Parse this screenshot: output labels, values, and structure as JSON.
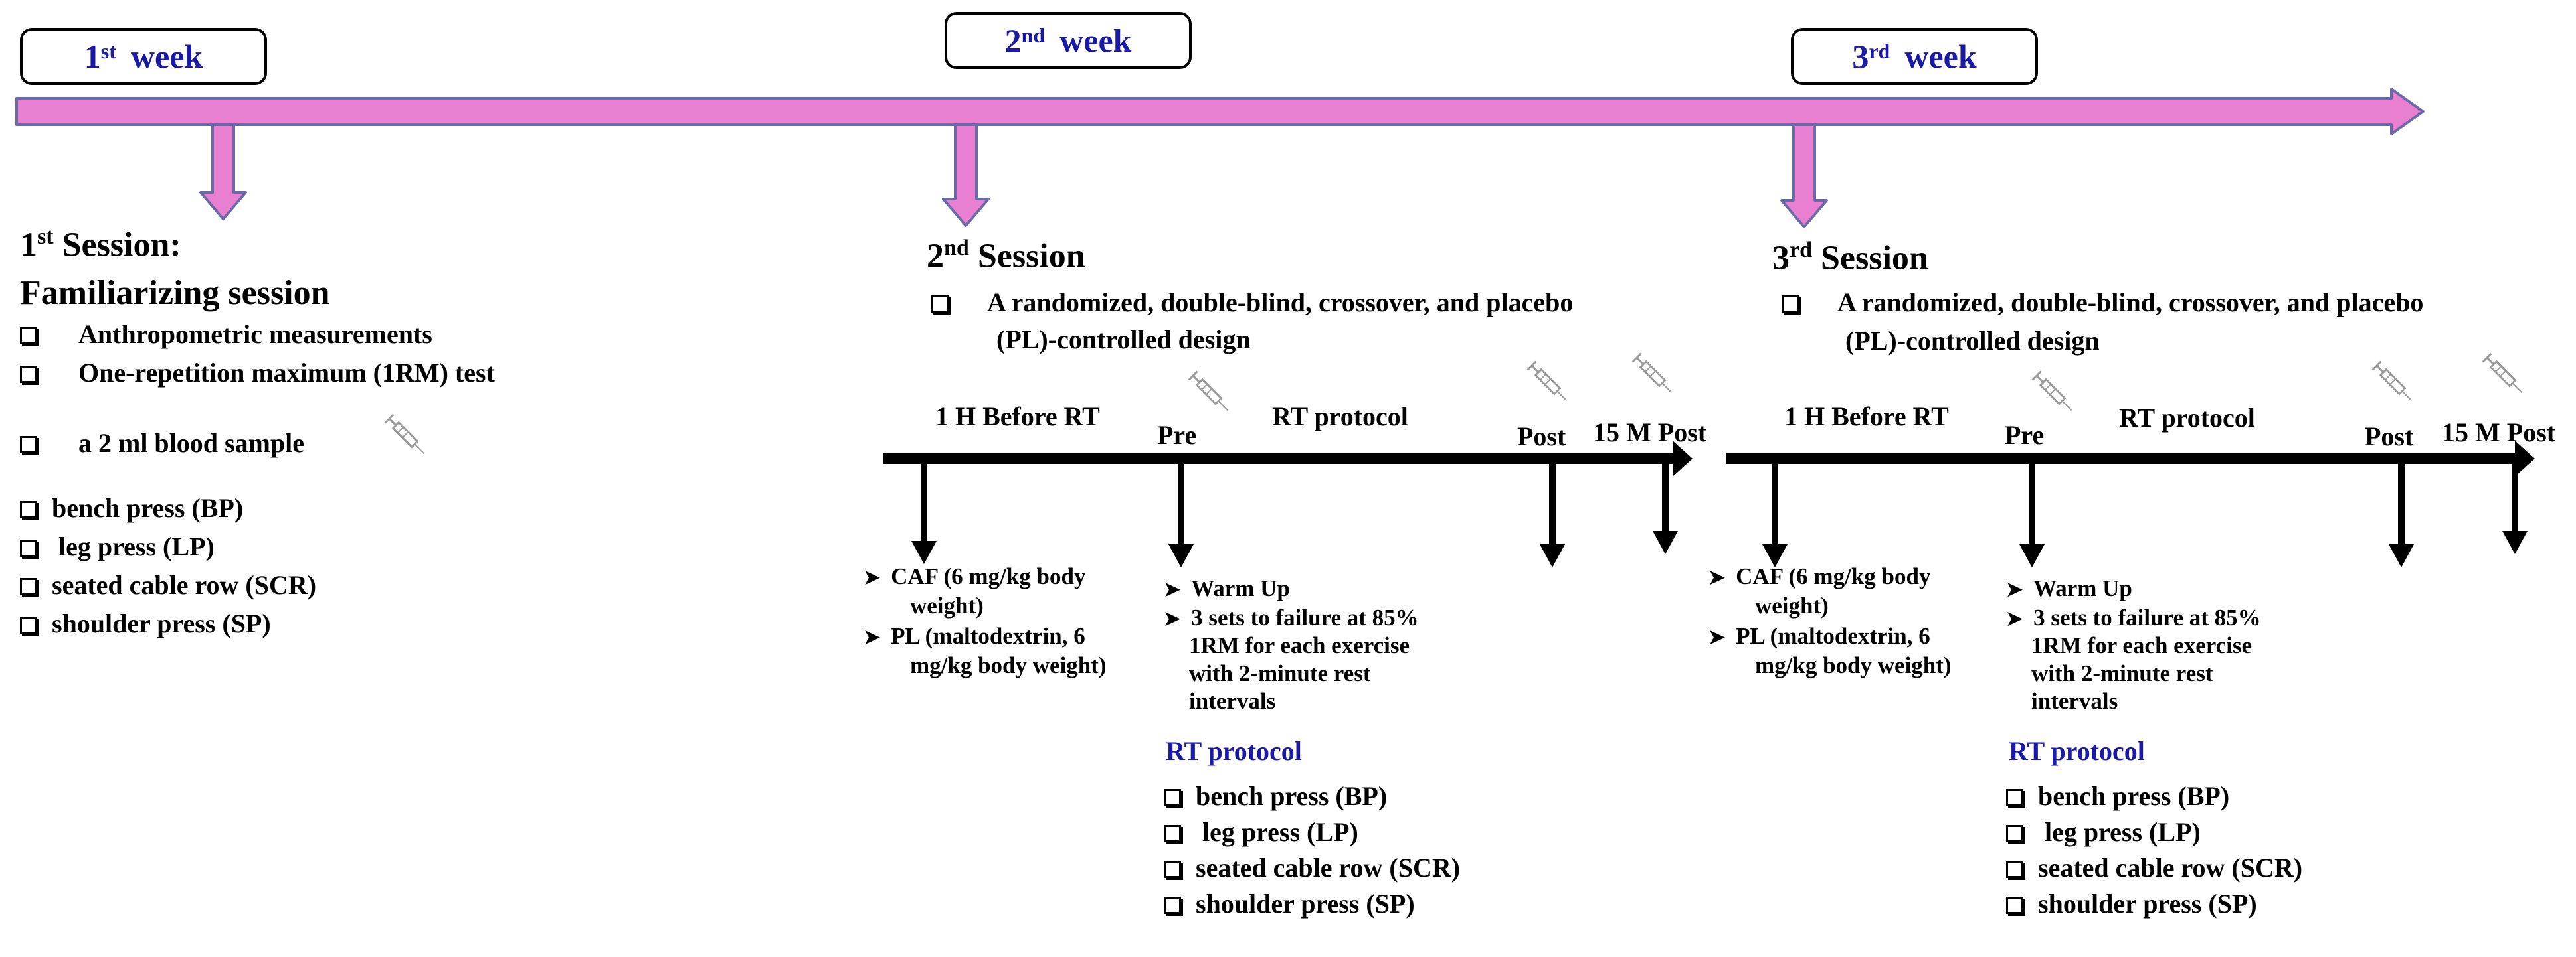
{
  "colors": {
    "timeline_fill": "#e87fd0",
    "timeline_stroke": "#6a6aa8",
    "week_text": "#1a1aa6",
    "rt_header": "#1a1aa6",
    "syringe": "#9a9a9a"
  },
  "weeks": [
    {
      "num": "1",
      "sup": "st",
      "word": "week"
    },
    {
      "num": "2",
      "sup": "nd",
      "word": "week"
    },
    {
      "num": "3",
      "sup": "rd",
      "word": "week"
    }
  ],
  "session1": {
    "num": "1",
    "sup": "st",
    "title_rest": "Session:",
    "subtitle": "Familiarizing session",
    "items": [
      "Anthropometric measurements",
      "One-repetition maximum (1RM) test"
    ],
    "blood": "a 2 ml blood sample",
    "exercises": [
      "bench press (BP)",
      " leg press (LP)",
      "seated cable row (SCR)",
      "shoulder press (SP)"
    ]
  },
  "session2": {
    "num": "2",
    "sup": "nd",
    "title_rest": "Session",
    "design_line1": "A randomized, double-blind, crossover, and placebo",
    "design_line2": "(PL)-controlled design",
    "timeline_labels": {
      "before": "1 H Before RT",
      "pre": "Pre",
      "protocol": "RT protocol",
      "post": "Post",
      "post15": "15 M Post"
    },
    "supplements": [
      {
        "line1": "CAF (6 mg/kg body",
        "line2": "weight)"
      },
      {
        "line1": "PL (maltodextrin, 6",
        "line2": "mg/kg body weight)"
      }
    ],
    "warm_up": "Warm Up",
    "sets_lines": [
      "3 sets to failure at 85%",
      "1RM for each exercise",
      "with 2-minute rest",
      "intervals"
    ],
    "rt_header": "RT protocol",
    "exercises": [
      "bench press (BP)",
      " leg press (LP)",
      "seated cable row (SCR)",
      "shoulder press (SP)"
    ]
  },
  "session3": {
    "num": "3",
    "sup": "rd",
    "title_rest": "Session",
    "design_line1": "A randomized, double-blind, crossover, and placebo",
    "design_line2": "(PL)-controlled design",
    "timeline_labels": {
      "before": "1 H Before RT",
      "pre": "Pre",
      "protocol": "RT protocol",
      "post": "Post",
      "post15": "15 M Post"
    },
    "supplements": [
      {
        "line1": "CAF (6 mg/kg body",
        "line2": "weight)"
      },
      {
        "line1": "PL (maltodextrin, 6",
        "line2": "mg/kg body weight)"
      }
    ],
    "warm_up": "Warm Up",
    "sets_lines": [
      "3 sets to failure at 85%",
      "1RM for each exercise",
      "with 2-minute rest",
      "intervals"
    ],
    "rt_header": "RT protocol",
    "exercises": [
      "bench press (BP)",
      " leg press (LP)",
      "seated cable row (SCR)",
      "shoulder press (SP)"
    ]
  }
}
